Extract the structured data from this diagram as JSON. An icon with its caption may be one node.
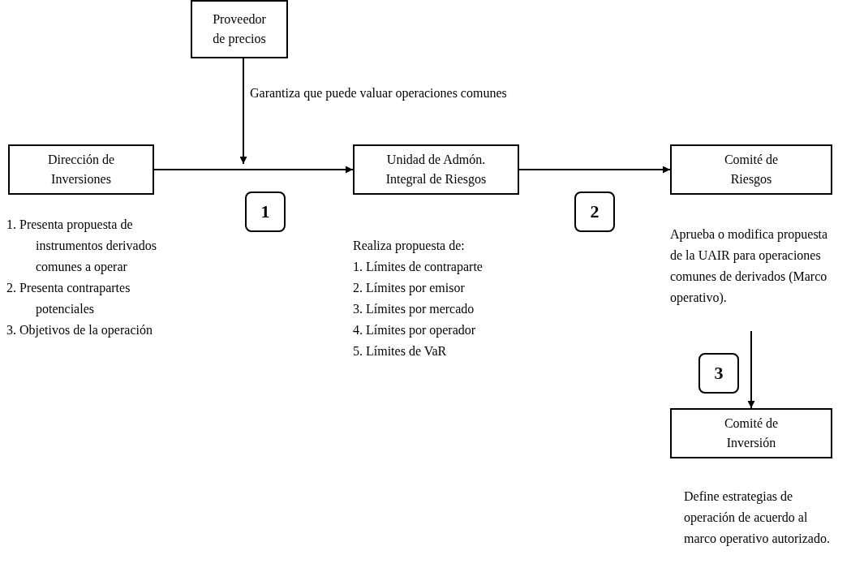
{
  "diagram": {
    "nodes": [
      {
        "text": [
          "Proveedor de precios"
        ]
      },
      {
        "text": [
          "Dirección de Inversiones"
        ],
        "beside": [
          "1. Presenta propuesta de instrumentos derivados comunes a operar",
          "2. Presenta contrapartes potenciales",
          "3. Objetivos de la operación"
        ]
      },
      {
        "text": [
          "Unidad de Admón. Integral de Riesgos"
        ],
        "beside": [
          "Realiza propuesta de:",
          "1. Límites de contraparte",
          "2. Límites por emisor",
          "3. Límites por mercado",
          "4. Límites por operador",
          "5. Límites de VaR"
        ]
      },
      {
        "text": [
          "Comité de Riesgos"
        ]
      },
      {
        "text": [
          "1"
        ]
      },
      {
        "text": [
          "2"
        ]
      },
      {
        "text": [
          "Aprueba o modifica propuesta de la UAIR para operaciones comunes de derivados (Marco operativo)."
        ]
      },
      {
        "text": [
          "3"
        ]
      },
      {
        "text": [
          "Comité de Inversión"
        ],
        "beside": [
          "Define estrategias de operación de acuerdo al marco operativo autorizado."
        ]
      }
    ],
    "edges": [
      {
        "from": 0,
        "to": null,
        "arrow": "to"
      },
      {
        "from": 1,
        "to": 2,
        "arrow": "to"
      },
      {
        "from": 2,
        "to": 3,
        "arrow": "to"
      },
      {
        "from": 6,
        "to": 8,
        "arrow": "to"
      }
    ],
    "labels": [
      "Garantiza que puede valuar operaciones comunes"
    ]
  }
}
